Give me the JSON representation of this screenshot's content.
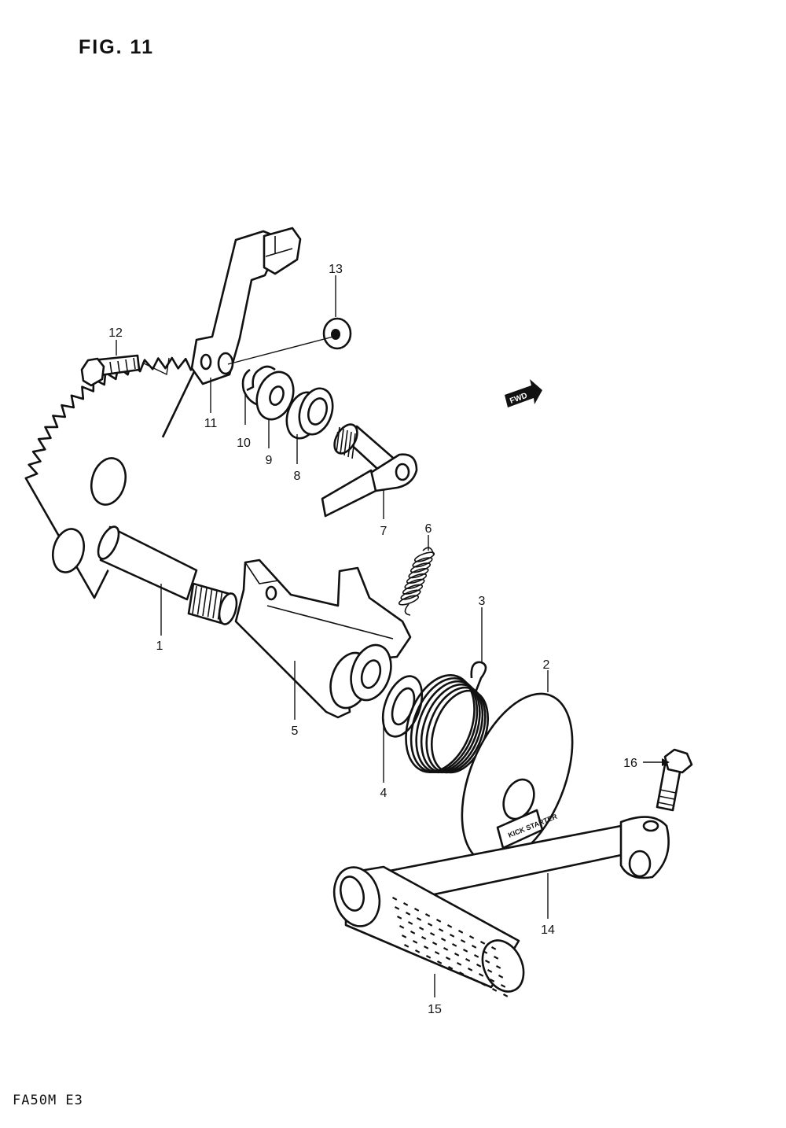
{
  "figure": {
    "title": "FIG. 11",
    "model_code": "FA50M E3"
  },
  "direction_marker": {
    "label": "FWD",
    "icon": "forward-arrow-icon"
  },
  "stamp_text": "KICK STARTER",
  "callouts": [
    {
      "id": "1",
      "label": "1"
    },
    {
      "id": "2",
      "label": "2"
    },
    {
      "id": "3",
      "label": "3"
    },
    {
      "id": "4",
      "label": "4"
    },
    {
      "id": "5",
      "label": "5"
    },
    {
      "id": "6",
      "label": "6"
    },
    {
      "id": "7",
      "label": "7"
    },
    {
      "id": "8",
      "label": "8"
    },
    {
      "id": "9",
      "label": "9"
    },
    {
      "id": "10",
      "label": "10"
    },
    {
      "id": "11",
      "label": "11"
    },
    {
      "id": "12",
      "label": "12"
    },
    {
      "id": "13",
      "label": "13"
    },
    {
      "id": "14",
      "label": "14"
    },
    {
      "id": "15",
      "label": "15"
    },
    {
      "id": "16",
      "label": "16"
    }
  ]
}
